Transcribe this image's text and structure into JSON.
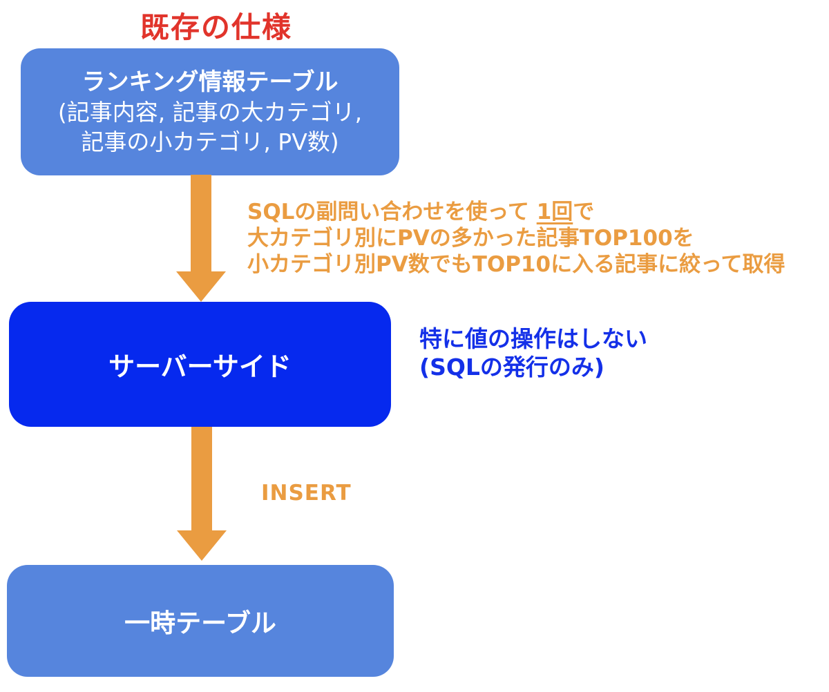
{
  "title": "既存の仕様",
  "colors": {
    "light_blue": "#5685DD",
    "dark_blue": "#0629EE",
    "orange": "#EA9C41",
    "red": "#E1342B",
    "blue_text": "#1430E8"
  },
  "nodes": {
    "ranking_table": {
      "line1": "ランキング情報テーブル",
      "line2": "(記事内容, 記事の大カテゴリ,",
      "line3": "記事の小カテゴリ, PV数)"
    },
    "server_side": {
      "label": "サーバーサイド"
    },
    "temp_table": {
      "label": "一時テーブル"
    }
  },
  "annotations": {
    "sql_note": {
      "line1_pre": "SQLの副問い合わせを使って ",
      "line1_underlined": "1回",
      "line1_post": "で",
      "line2": "大カテゴリ別にPVの多かった記事TOP100を",
      "line3": "小カテゴリ別PV数でもTOP10に入る記事に絞って取得"
    },
    "server_note": {
      "line1": "特に値の操作はしない",
      "line2": "(SQLの発行のみ)"
    },
    "insert_label": "INSERT"
  }
}
